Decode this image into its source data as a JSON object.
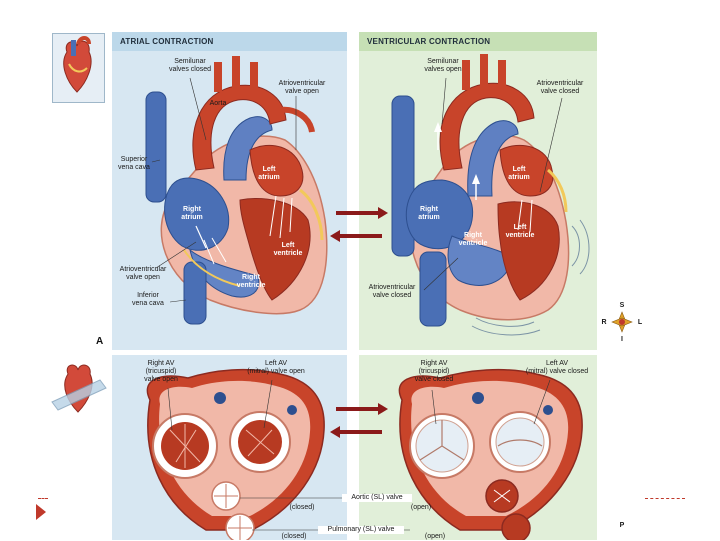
{
  "top": {
    "atrial_header": "ATRIAL CONTRACTION",
    "ventricular_header": "VENTRICULAR CONTRACTION",
    "figure_label": "A",
    "atrial_labels": {
      "semilunar": "Semilunar\nvalves closed",
      "aorta": "Aorta",
      "av_open": "Atrioventricular\nvalve open",
      "superior_vc": "Superior\nvena cava",
      "left_atrium": "Left\natrium",
      "right_atrium": "Right\natrium",
      "left_ventricle": "Left\nventricle",
      "right_ventricle": "Right\nventricle",
      "av_open_lower": "Atrioventricular\nvalve open",
      "inferior_vc": "Inferior\nvena cava"
    },
    "ventricular_labels": {
      "semilunar": "Semilunar\nvalves open",
      "av_closed": "Atrioventricular\nvalve closed",
      "left_atrium": "Left\natrium",
      "right_atrium": "Right\natrium",
      "left_ventricle": "Left\nventricle",
      "right_ventricle": "Right\nventricle",
      "av_closed_lower": "Atrioventricular\nvalve closed"
    },
    "compass": {
      "s": "S",
      "r": "R",
      "l": "L",
      "i": "I"
    }
  },
  "bottom": {
    "atrial_labels": {
      "right_av": "Right AV\n(tricuspid)\nvalve open",
      "left_av": "Left AV\n(mitral) valve open"
    },
    "ventricular_labels": {
      "right_av": "Right AV\n(tricuspid)\nvalve closed",
      "left_av": "Left AV\n(mitral) valve closed"
    },
    "aortic_valve": "Aortic (SL) valve",
    "aortic_closed": "(closed)",
    "aortic_open": "(open)",
    "pulmonary_valve": "Pulmonary (SL) valve",
    "pulmonary_closed": "(closed)",
    "pulmonary_open": "(open)",
    "compass_p": "P"
  },
  "colors": {
    "blue_panel": "#d7e7f2",
    "green_panel": "#e1efd9",
    "arrow": "#8b1a1a",
    "deoxy_blood": "#4a6fb5",
    "oxy_blood": "#c8442a",
    "muscle": "#f1b8a8",
    "nav_marker": "#c0392b"
  }
}
